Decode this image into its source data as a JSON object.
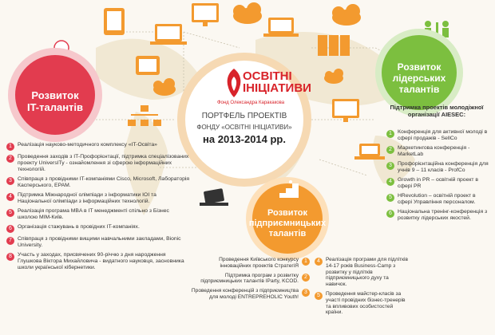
{
  "center": {
    "logo_line1": "ОСВІТНІ",
    "logo_line2": "ІНІЦІАТИВИ",
    "logo_sub": "Фонд Олександра Каракакова",
    "title1": "ПОРТФЕЛЬ ПРОЕКТІВ",
    "title2": "ФОНДУ «ОСВІТНІ ІНІЦІАТИВИ»",
    "title3": "на 2013-2014 рр."
  },
  "it_talents": {
    "label_line1": "Розвиток",
    "label_line2": "IT-талантів",
    "items": [
      {
        "num": "1",
        "text": "Реалізація науково-методичного комплексу «IT-Освіта»"
      },
      {
        "num": "2",
        "text": "Проведення заходів з IT-Профорієнтації, підтримка спеціалізованих проекту UniversITy - ознайомлення зі сферою інформаційних технологій."
      },
      {
        "num": "3",
        "text": "Співпраця з провідними IT-компаніями Cisco, Microsoft, Лабораторія Касперського, EPAM."
      },
      {
        "num": "4",
        "text": "Підтримка Міжнародної олімпіади з інформатики IOI та Національної олімпіади з інформаційних технологій."
      },
      {
        "num": "5",
        "text": "Реалізація програма MBA в IT менеджменті спільно з Бізнес школою МІМ-Київ."
      },
      {
        "num": "6",
        "text": "Організація стажувань в провідних IT-компаніях."
      },
      {
        "num": "7",
        "text": "Співпраця з провідними вищими навчальними закладами, Bionic University."
      },
      {
        "num": "8",
        "text": "Участь у заходах, присвячених 90-річчю з дня народження Глушкова Віктора Михайловича - видатного науковця, засновника школи української кібернетики."
      }
    ]
  },
  "leadership": {
    "label_line1": "Розвиток",
    "label_line2": "лідерських",
    "label_line3": "талантів",
    "aiesec_head": "Підтримка проектів молодіжної організації AIESEC:",
    "items": [
      {
        "num": "1",
        "text": "Конференція для активної молоді в сфері продажів - SellCo"
      },
      {
        "num": "2",
        "text": "Маркетингова конференція - MarketLab"
      },
      {
        "num": "3",
        "text": "Профорієнтаційна конференція для учнів 9 – 11 класів - ProfCo"
      },
      {
        "num": "4",
        "text": "Growth in PR – освітній проект в сфері PR"
      },
      {
        "num": "5",
        "text": "HRevolution – освітній проект в сфері Управління персоналом."
      },
      {
        "num": "6",
        "text": "Національна тренінг-конференція з розвитку лідерських якостей."
      }
    ]
  },
  "entrepreneurship": {
    "label_line1": "Розвиток",
    "label_line2": "підприємницьких",
    "label_line3": "талантів",
    "left_items": [
      {
        "num": "1",
        "text": "Проведення Київського конкурсу інноваційних проектів СтратегіЯ"
      },
      {
        "num": "2",
        "text": "Підтримка програм з розвитку підприємницьких талантів IParty, KCOD."
      },
      {
        "num": "3",
        "text": "Проведення конференцій з підприємництва для молоді ENTREPREHOLIC Youth!"
      }
    ],
    "right_items": [
      {
        "num": "4",
        "text": "Реалізація програми для підлітків 14-17 років Business-Camp з розвитку у підлітків підприємницького духу та навичок."
      },
      {
        "num": "5",
        "text": "Проведення майстер-класів за участі провідних бізнес-тренерів та впливових особистостей країни."
      }
    ]
  },
  "colors": {
    "it": "#e23c4f",
    "leadership": "#7cbf3f",
    "entrepreneurship": "#f39a2f",
    "brand": "#d8232a"
  }
}
